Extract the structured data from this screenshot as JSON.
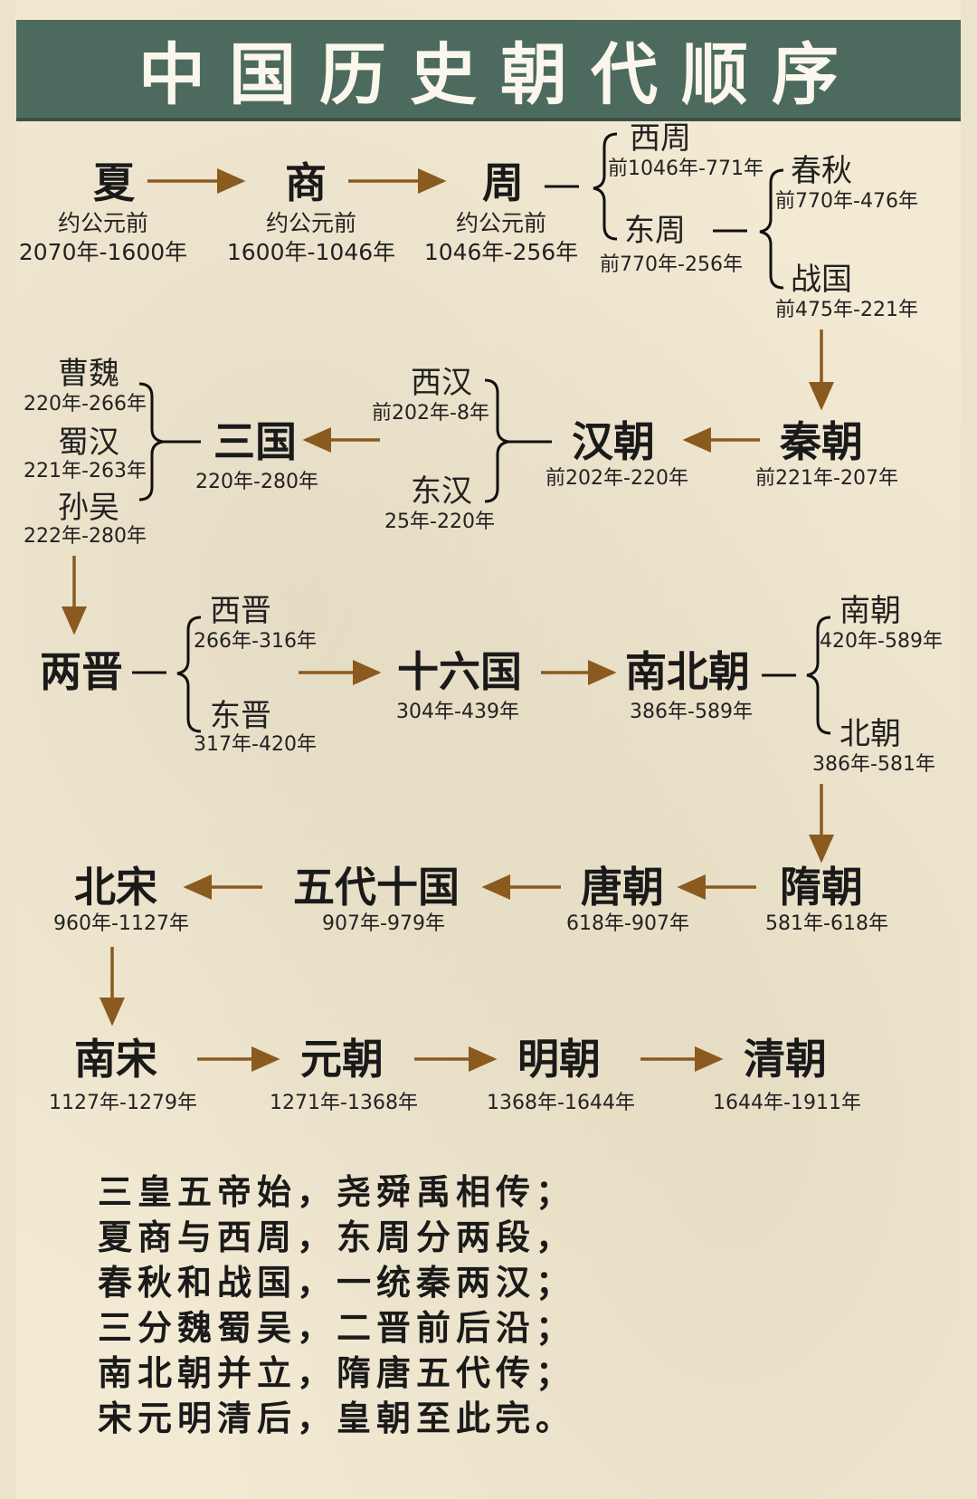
{
  "title": "中国历史朝代顺序",
  "colors": {
    "title_bg": "#4d6a5e",
    "arrow": "#8a5a1f",
    "paper": "#f3ead4"
  },
  "dynasties": {
    "xia": {
      "name": "夏",
      "date1": "约公元前",
      "date2": "2070年-1600年"
    },
    "shang": {
      "name": "商",
      "date1": "约公元前",
      "date2": "1600年-1046年"
    },
    "zhou": {
      "name": "周",
      "date1": "约公元前",
      "date2": "1046年-256年"
    },
    "xizhou": {
      "name": "西周",
      "date": "前1046年-771年"
    },
    "dongzhou": {
      "name": "东周",
      "date": "前770年-256年"
    },
    "chunqiu": {
      "name": "春秋",
      "date": "前770年-476年"
    },
    "zhanguo": {
      "name": "战国",
      "date": "前475年-221年"
    },
    "qin": {
      "name": "秦朝",
      "date": "前221年-207年"
    },
    "han": {
      "name": "汉朝",
      "date": "前202年-220年"
    },
    "xihan": {
      "name": "西汉",
      "date": "前202年-8年"
    },
    "donghan": {
      "name": "东汉",
      "date": "25年-220年"
    },
    "sanguo": {
      "name": "三国",
      "date": "220年-280年"
    },
    "caowei": {
      "name": "曹魏",
      "date": "220年-266年"
    },
    "shuhan": {
      "name": "蜀汉",
      "date": "221年-263年"
    },
    "sunwu": {
      "name": "孙吴",
      "date": "222年-280年"
    },
    "liangjin": {
      "name": "两晋"
    },
    "xijin": {
      "name": "西晋",
      "date": "266年-316年"
    },
    "dongjin": {
      "name": "东晋",
      "date": "317年-420年"
    },
    "shiliuguo": {
      "name": "十六国",
      "date": "304年-439年"
    },
    "nanbeichao": {
      "name": "南北朝",
      "date": "386年-589年"
    },
    "nanchao": {
      "name": "南朝",
      "date": "420年-589年"
    },
    "beichao": {
      "name": "北朝",
      "date": "386年-581年"
    },
    "sui": {
      "name": "隋朝",
      "date": "581年-618年"
    },
    "tang": {
      "name": "唐朝",
      "date": "618年-907年"
    },
    "wudai": {
      "name": "五代十国",
      "date": "907年-979年"
    },
    "beisong": {
      "name": "北宋",
      "date": "960年-1127年"
    },
    "nansong": {
      "name": "南宋",
      "date": "1127年-1279年"
    },
    "yuan": {
      "name": "元朝",
      "date": "1271年-1368年"
    },
    "ming": {
      "name": "明朝",
      "date": "1368年-1644年"
    },
    "qing": {
      "name": "清朝",
      "date": "1644年-1911年"
    }
  },
  "poem": [
    "三皇五帝始，尧舜禹相传；",
    "夏商与西周，东周分两段，",
    "春秋和战国，一统秦两汉；",
    "三分魏蜀吴，二晋前后沿；",
    "南北朝并立，隋唐五代传；",
    "宋元明清后，皇朝至此完。"
  ]
}
